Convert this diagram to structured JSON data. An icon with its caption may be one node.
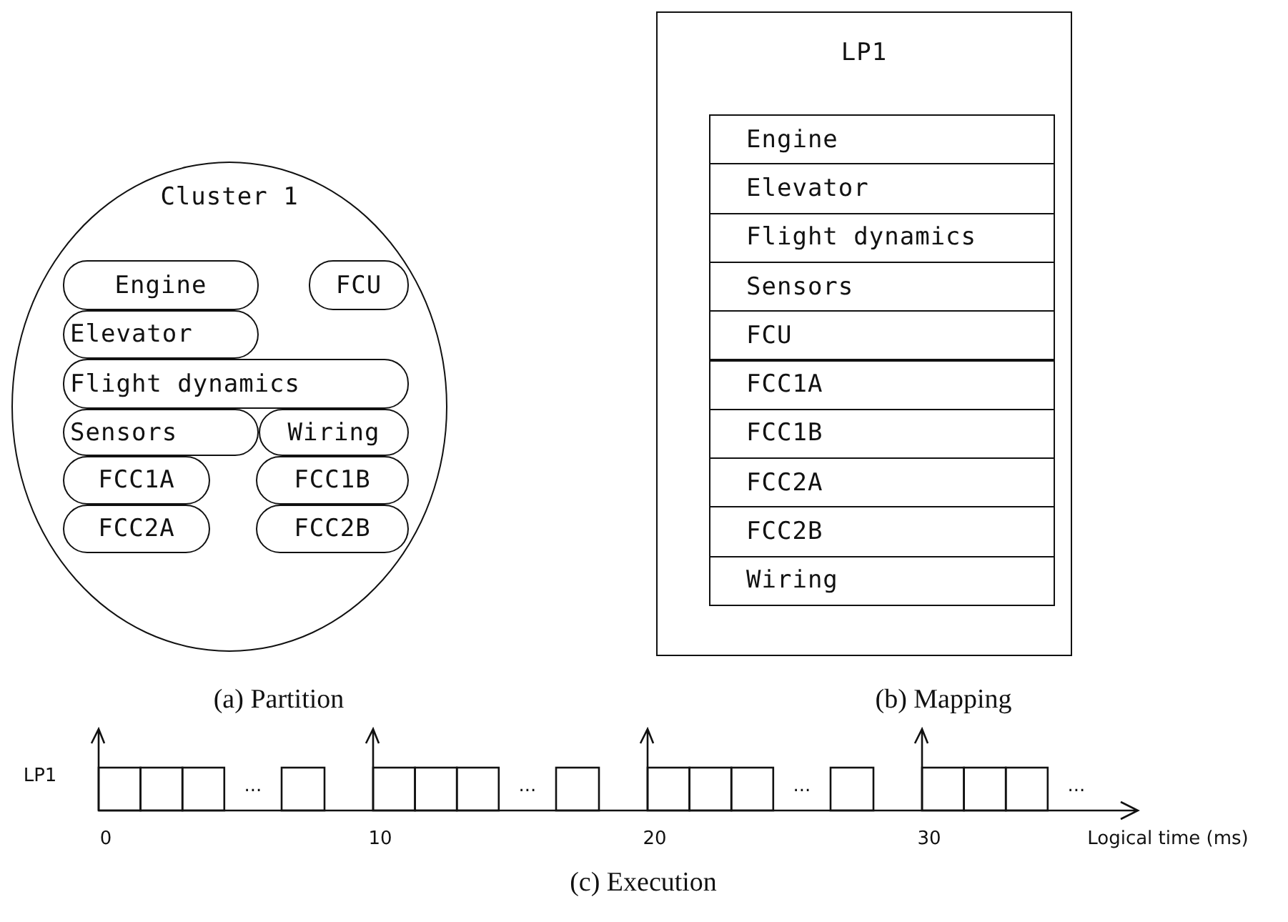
{
  "diagram": {
    "nodes": [
      {
        "text": [
          "Cluster 1"
        ]
      },
      {
        "text": [
          "Engine"
        ],
        "in": 0
      },
      {
        "text": [
          "FCU"
        ],
        "in": 0
      },
      {
        "text": [
          "Elevator"
        ],
        "in": 0
      },
      {
        "text": [
          "Flight dynamics"
        ],
        "in": 0
      },
      {
        "text": [
          "Sensors"
        ],
        "in": 0
      },
      {
        "text": [
          "Wiring"
        ],
        "in": 0
      },
      {
        "text": [
          "FCC1A"
        ],
        "in": 0
      },
      {
        "text": [
          "FCC1B"
        ],
        "in": 0
      },
      {
        "text": [
          "FCC2A"
        ],
        "in": 0
      },
      {
        "text": [
          "FCC2B"
        ],
        "in": 0
      },
      {
        "text": [
          "LP1"
        ]
      },
      {
        "text": [
          "Engine"
        ],
        "in": 11
      },
      {
        "text": [
          "Elevator"
        ],
        "in": 11
      },
      {
        "text": [
          "Flight dynamics"
        ],
        "in": 11
      },
      {
        "text": [
          "Sensors"
        ],
        "in": 11
      },
      {
        "text": [
          "FCU"
        ],
        "in": 11
      },
      {
        "text": [
          "FCC1A"
        ],
        "in": 11
      },
      {
        "text": [
          "FCC1B"
        ],
        "in": 11
      },
      {
        "text": [
          "FCC2A"
        ],
        "in": 11
      },
      {
        "text": [
          "FCC2B"
        ],
        "in": 11
      },
      {
        "text": [
          "Wiring"
        ],
        "in": 11
      }
    ],
    "labels": [
      "(a) Partition",
      "(b) Mapping",
      "LP1",
      "...",
      "...",
      "...",
      "...",
      "0",
      "10",
      "20",
      "30",
      "Logical time (ms)",
      "(c) Execution"
    ]
  }
}
